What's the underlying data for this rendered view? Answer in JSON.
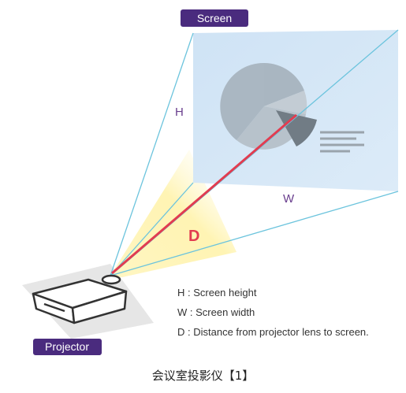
{
  "labels": {
    "screen": "Screen",
    "projector": "Projector",
    "height_symbol": "H",
    "width_symbol": "W",
    "distance_symbol": "D"
  },
  "legend": [
    {
      "text": "H : Screen height"
    },
    {
      "text": "W : Screen width"
    },
    {
      "text": "D : Distance from projector lens to screen."
    }
  ],
  "caption": "会议室投影仪【1】",
  "colors": {
    "label_pill": "#4a2b7e",
    "screen_fill": "#d3e6f6",
    "beam_line": "#6cc4dd",
    "light_cone": "#fff2a6",
    "distance_line": "#e23c50",
    "dimension_text": "#6a3f8e"
  }
}
